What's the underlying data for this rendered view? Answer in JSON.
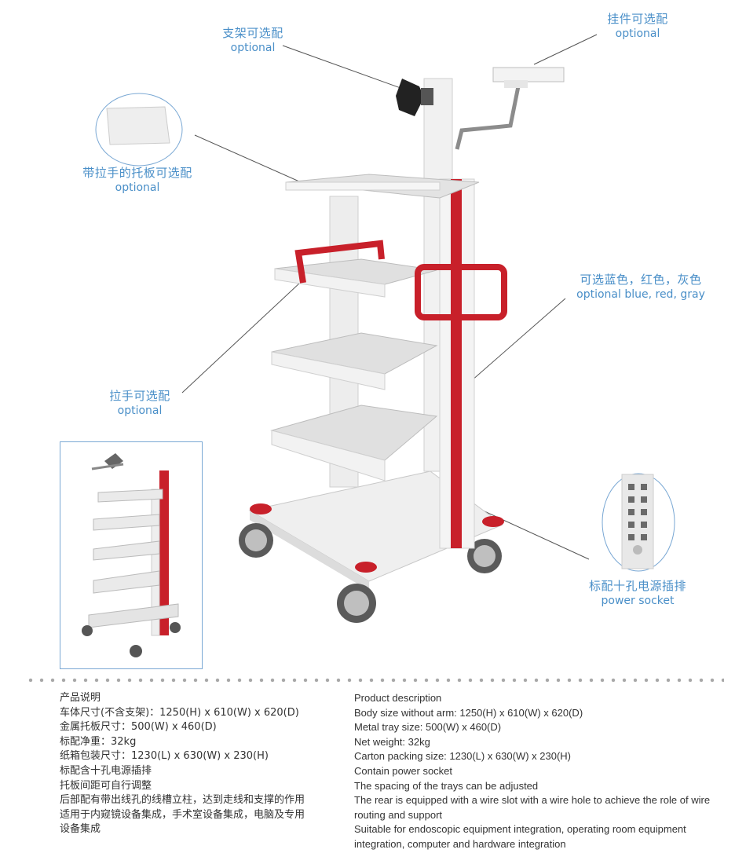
{
  "callouts": {
    "bracket": {
      "zh": "支架可选配",
      "en": "optional"
    },
    "hanger": {
      "zh": "挂件可选配",
      "en": "optional"
    },
    "tray_handle": {
      "zh": "带拉手的托板可选配",
      "en": "optional"
    },
    "colors": {
      "zh": "可选蓝色，红色，灰色",
      "en": "optional blue, red, gray"
    },
    "handle": {
      "zh": "拉手可选配",
      "en": "optional"
    },
    "socket": {
      "zh": "标配十孔电源插排",
      "en": "power socket"
    }
  },
  "colors": {
    "accent_blue": "#4a8fc8",
    "trim_red": "#c8202a",
    "frame_white": "#f2f2f2",
    "text_dark": "#333333"
  },
  "description_zh": {
    "lines": [
      "产品说明",
      "车体尺寸(不含支架)：1250(H) x 610(W) x 620(D)",
      "金属托板尺寸：500(W) x 460(D)",
      "标配净重：32kg",
      "纸箱包装尺寸：1230(L) x 630(W) x 230(H)",
      "标配含十孔电源插排",
      "托板间距可自行调整",
      "后部配有带出线孔的线槽立柱，达到走线和支撑的作用",
      "适用于内窥镜设备集成，手术室设备集成，电脑及专用",
      "设备集成"
    ]
  },
  "description_en": {
    "lines": [
      "Product description",
      "Body size without arm: 1250(H) x 610(W) x 620(D)",
      "Metal tray size: 500(W) x 460(D)",
      "Net weight: 32kg",
      "Carton packing size: 1230(L) x 630(W) x 230(H)",
      "Contain power socket",
      "The spacing of the trays can be adjusted",
      "The rear is equipped with a wire slot with a wire hole to achieve the role of wire routing and support",
      "Suitable for endoscopic equipment integration, operating room equipment integration, computer and hardware integration"
    ]
  }
}
